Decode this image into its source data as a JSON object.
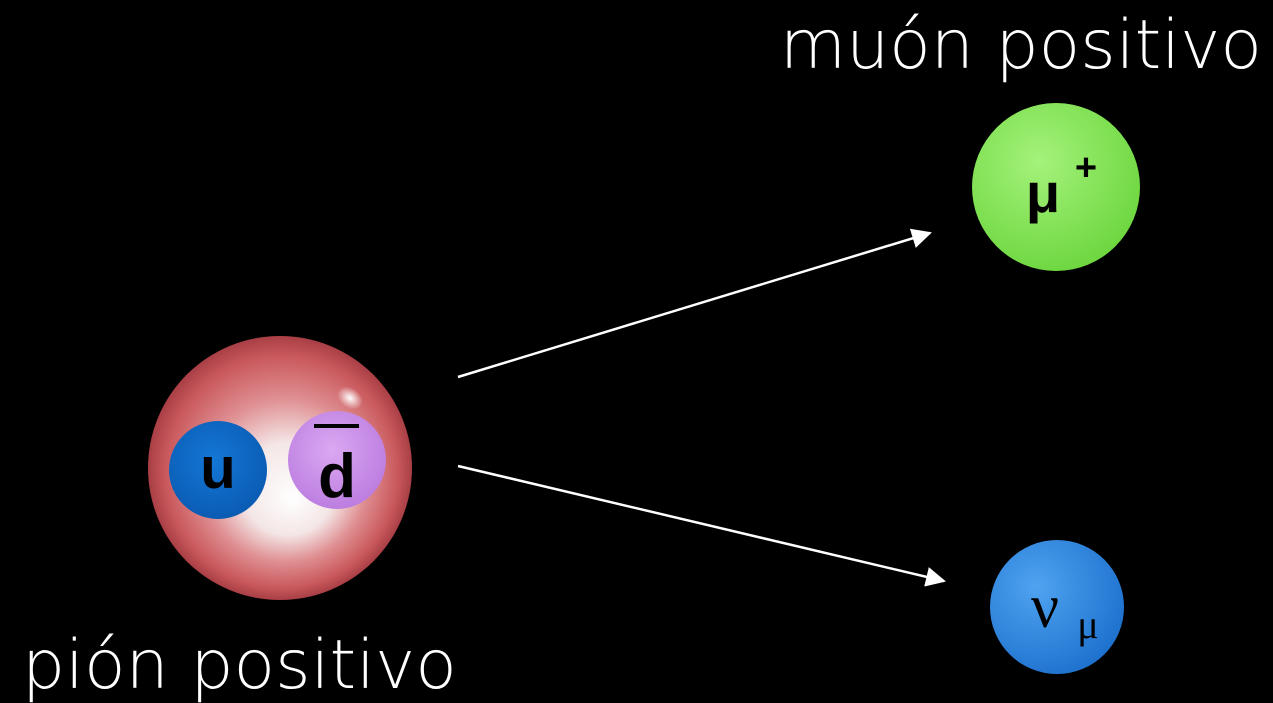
{
  "labels": {
    "pion": "pión positivo",
    "muon": "muón positivo"
  },
  "particles": {
    "pion": {
      "quarks": [
        {
          "symbol": "u",
          "antiparticle": false,
          "color": "#0b64c2"
        },
        {
          "symbol": "d",
          "antiparticle": true,
          "color": "#c68be6"
        }
      ],
      "color": "#c9585c"
    },
    "muon": {
      "symbol": "μ",
      "charge": "+",
      "color": "#7ddc4e"
    },
    "neutrino": {
      "symbol": "ν",
      "subscript": "μ",
      "color": "#2f86dc"
    }
  },
  "colors": {
    "background": "#000000",
    "text": "#ffffff",
    "arrows": "#ffffff"
  }
}
